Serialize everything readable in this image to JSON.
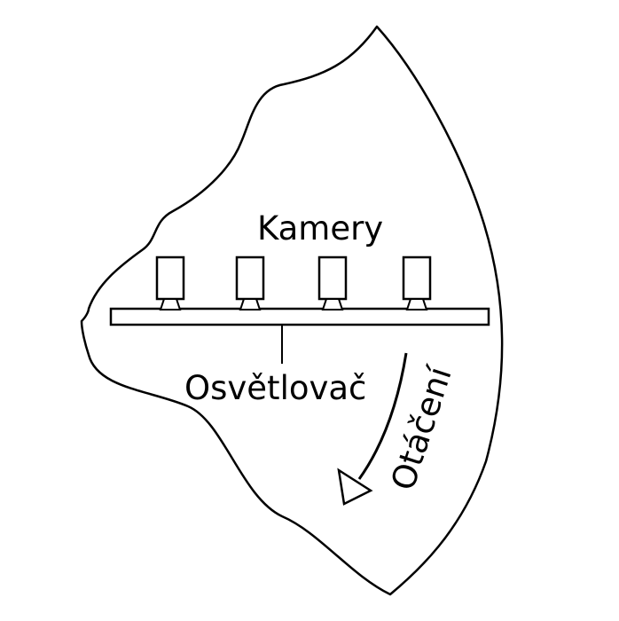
{
  "labels": {
    "cameras": "Kamery",
    "illuminator": "Osvětlovač",
    "rotation": "Otáčení"
  },
  "camera_count": 4,
  "colors": {
    "stroke": "#000000",
    "fill": "#ffffff"
  }
}
